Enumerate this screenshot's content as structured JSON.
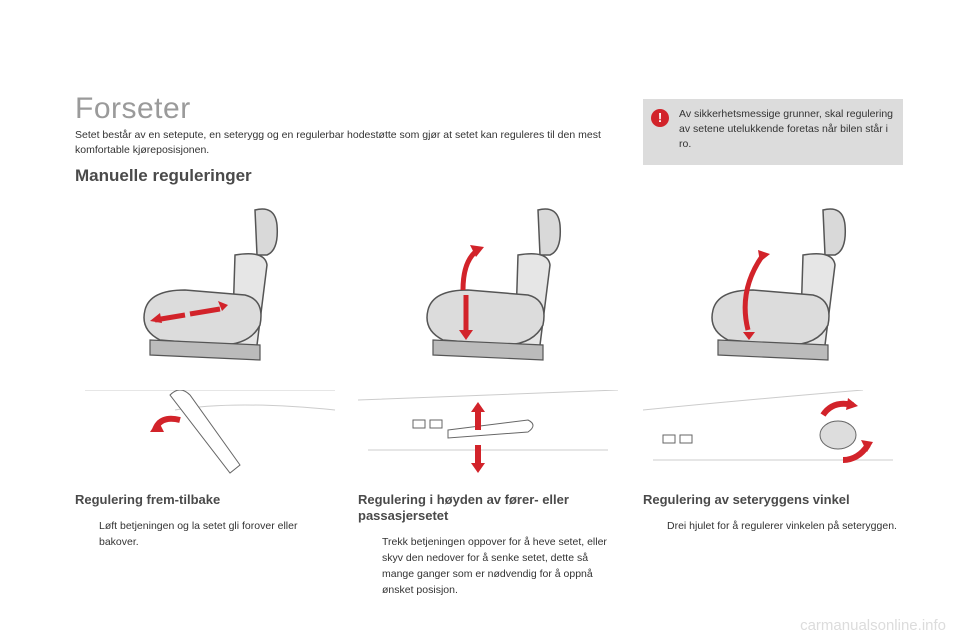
{
  "page": {
    "title": "Forseter",
    "intro": "Setet består av en setepute, en seterygg og en regulerbar hodestøtte som gjør at setet kan reguleres til den mest komfortable kjøreposisjonen.",
    "section_title": "Manuelle reguleringer",
    "footer": "carmanualsonline.info"
  },
  "warning": {
    "icon_symbol": "!",
    "text": "Av sikkerhetsmessige grunner, skal regulering av setene utelukkende foretas når bilen står i ro."
  },
  "columns": [
    {
      "heading": "Regulering frem-tilbake",
      "bullet_mark": "",
      "bullet": "Løft betjeningen og la setet gli forover eller bakover.",
      "icon": "seat-slide-icon"
    },
    {
      "heading": "Regulering i høyden av fører- eller passasjersetet",
      "bullet_mark": "",
      "bullet": "Trekk betjeningen oppover for å heve setet, eller skyv den nedover for å senke setet, dette så mange ganger som er nødvendig for å oppnå ønsket posisjon.",
      "icon": "seat-height-icon"
    },
    {
      "heading": "Regulering av seteryggens vinkel",
      "bullet_mark": "",
      "bullet": "Drei hjulet for å regulerer vinkelen på seteryggen.",
      "icon": "seat-recline-icon"
    }
  ],
  "colors": {
    "arrow": "#d2232a",
    "seat_fill": "#d9d9d9",
    "seat_line": "#555555",
    "warning_bg": "#dcdcdc"
  }
}
